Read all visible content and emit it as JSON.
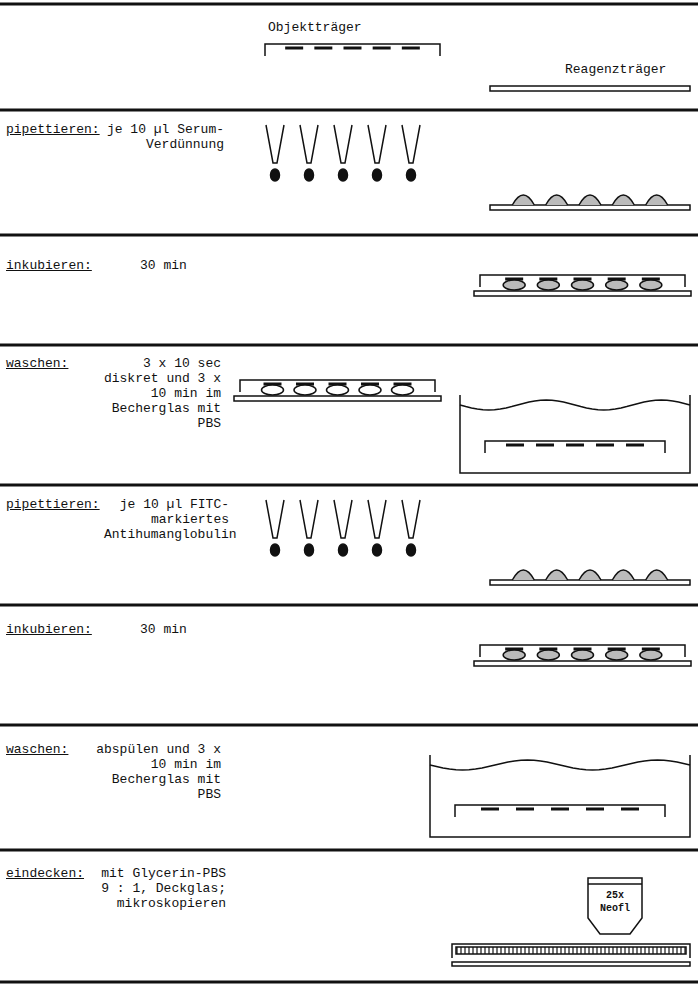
{
  "diagram": {
    "labels": [
      "Objektträger",
      "Reagenzträger",
      "pipettieren:",
      "je 10 µl Serum-Verdünnung",
      "inkubieren:",
      "30 min",
      "waschen:",
      "3 x 10 sec diskret und 3 x 10 min im Becherglas mit PBS",
      "pipettieren:",
      "je 10 µl FITC-markiertes Antihumanglobulin",
      "inkubieren:",
      "30 min",
      "waschen:",
      "abspülen und 3 x 10 min im Becherglas mit PBS",
      "eindecken:",
      "mit Glycerin-PBS 9 : 1, Deckglas; mikroskopieren",
      "25x",
      "Neofl"
    ]
  }
}
